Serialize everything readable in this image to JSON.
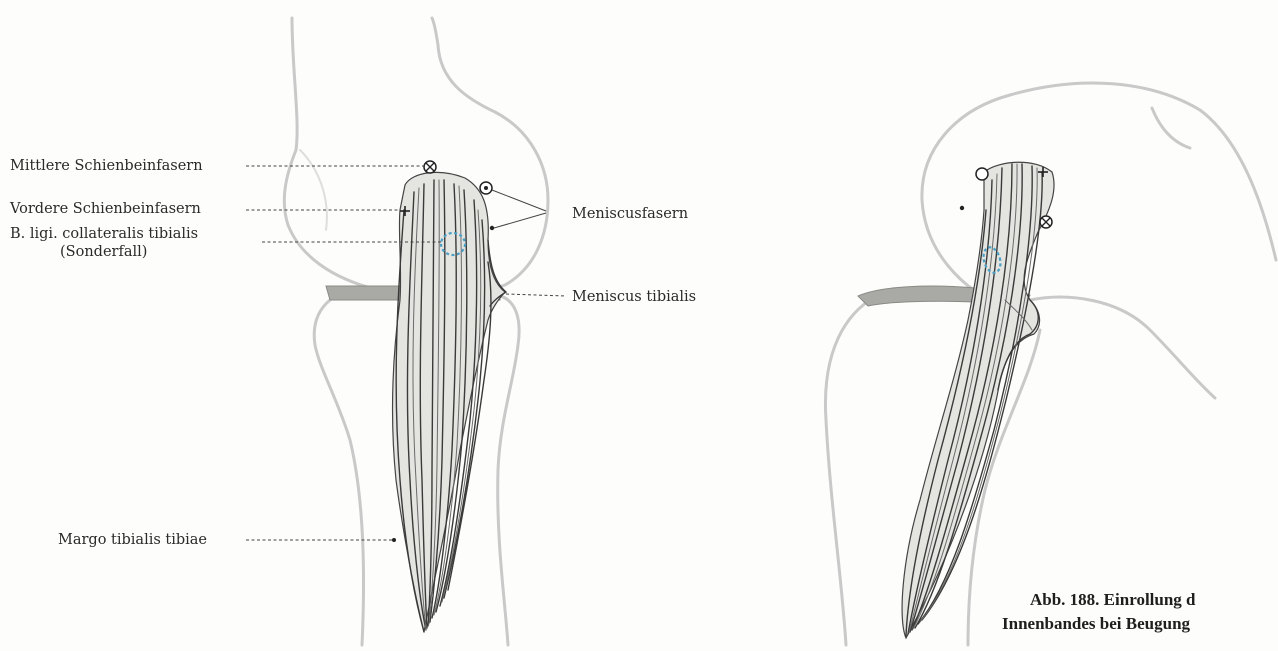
{
  "labels": {
    "mittlere": "Mittlere Schienbeinfasern",
    "vordere": "Vordere Schienbeinfasern",
    "b_ligi_line1": "B. ligi. collateralis tibialis",
    "b_ligi_line2": "(Sonderfall)",
    "meniscusfasern": "Meniscusfasern",
    "meniscus_tibialis": "Meniscus tibialis",
    "margo": "Margo tibialis tibiae"
  },
  "caption": {
    "line1": "Abb. 188.  Einrollung d",
    "line2": "Innenbandes bei Beugung"
  },
  "colors": {
    "bone_outline": "#c9c9c9",
    "ligament_fill": "#e4e4e0",
    "fiber": "#3a3a3a",
    "blue_marker": "#4a9fc4",
    "meniscus": "#a9a9a5"
  }
}
